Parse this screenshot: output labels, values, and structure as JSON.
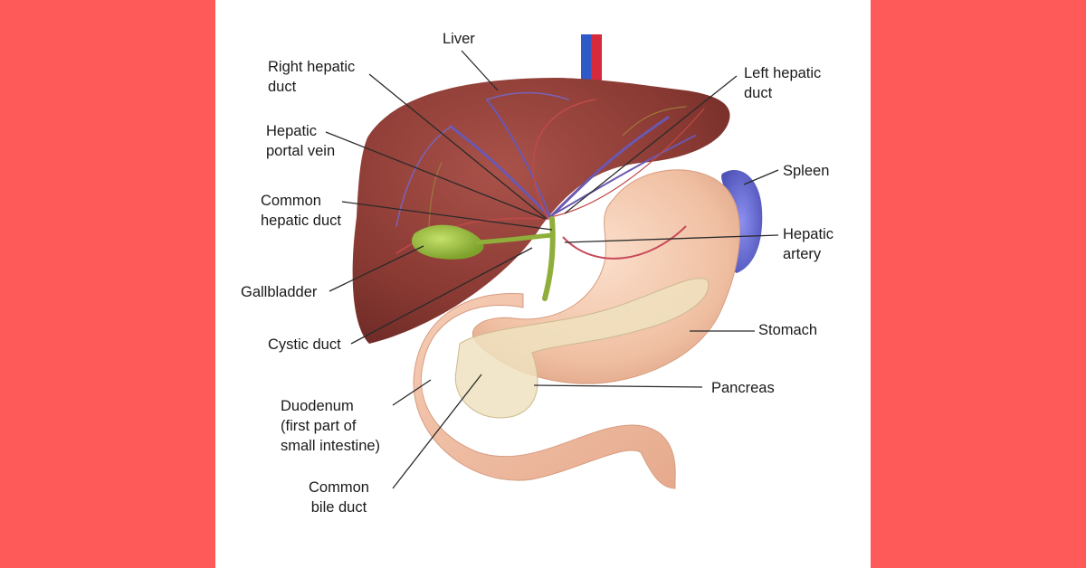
{
  "colors": {
    "frame": "#ff5a5a",
    "panel": "#ffffff",
    "liver": "#8e3b34",
    "stomach": "#f1c2a6",
    "gallbladder": "#9cc23c",
    "spleen": "#6f73d6",
    "pancreas": "#efe2c0"
  },
  "labels": {
    "liver": [
      "Liver"
    ],
    "right_hepatic_duct": [
      "Right hepatic",
      "duct"
    ],
    "left_hepatic_duct": [
      "Left hepatic",
      "duct"
    ],
    "hepatic_portal_vein": [
      "Hepatic",
      "portal vein"
    ],
    "spleen": [
      "Spleen"
    ],
    "common_hepatic_duct": [
      "Common",
      "hepatic duct"
    ],
    "hepatic_artery": [
      "Hepatic",
      "artery"
    ],
    "gallbladder": [
      "Gallbladder"
    ],
    "stomach": [
      "Stomach"
    ],
    "cystic_duct": [
      "Cystic duct"
    ],
    "pancreas": [
      "Pancreas"
    ],
    "duodenum": [
      "Duodenum",
      "(first part of",
      "small intestine)"
    ],
    "common_bile_duct": [
      "Common",
      "bile duct"
    ]
  }
}
